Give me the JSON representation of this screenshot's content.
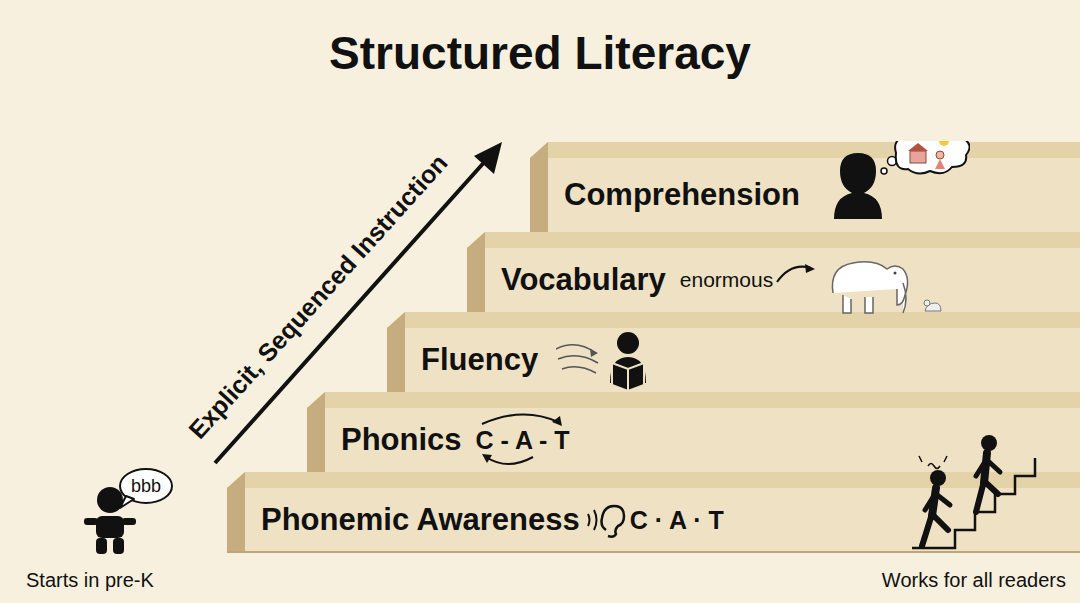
{
  "diagram": {
    "title": "Structured Literacy",
    "nodes": [
      {
        "text": [
          "Comprehension"
        ]
      },
      {
        "text": [
          "Vocabulary",
          "enormous"
        ]
      },
      {
        "text": [
          "Fluency"
        ]
      },
      {
        "text": [
          "Phonics",
          "C - A - T"
        ]
      },
      {
        "text": [
          "Phonemic Awareness",
          "C · A · T"
        ]
      }
    ],
    "labels": [
      "Explicit, Sequenced Instruction",
      "bbb",
      "Starts in pre-K",
      "Works for all readers"
    ]
  }
}
